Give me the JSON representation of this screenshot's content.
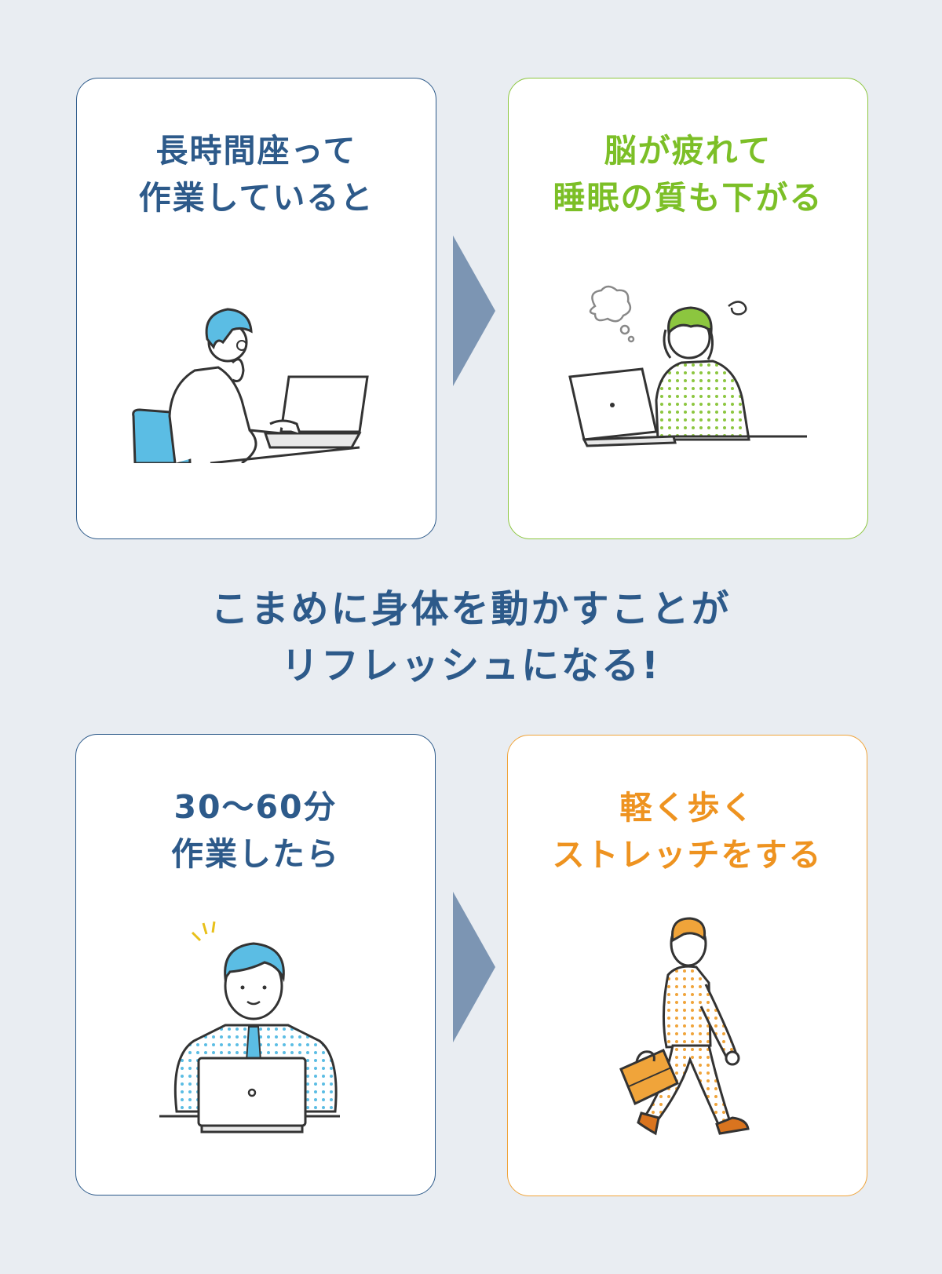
{
  "cards": [
    {
      "title_line1": "長時間座って",
      "title_line2": "作業していると",
      "illustration": "man-working-at-laptop-icon",
      "color": "#2d5a8a"
    },
    {
      "title_line1": "脳が疲れて",
      "title_line2": "睡眠の質も下がる",
      "illustration": "tired-man-at-laptop-icon",
      "color": "#7cbf27"
    },
    {
      "title_line1": "30～60分",
      "title_line2": "作業したら",
      "illustration": "alert-man-at-laptop-icon",
      "color": "#2d5a8a"
    },
    {
      "title_line1": "軽く歩く",
      "title_line2": "ストレッチをする",
      "illustration": "walking-man-with-briefcase-icon",
      "color": "#ee9320"
    }
  ],
  "message": {
    "line1": "こまめに身体を動かすことが",
    "line2": "リフレッシュになる!"
  },
  "colors": {
    "background": "#e9edf2",
    "navy": "#2d5a8a",
    "green": "#8cc63f",
    "orange": "#f0a43a",
    "arrow": "#7c95b3",
    "accent_blue": "#5bbde4"
  }
}
